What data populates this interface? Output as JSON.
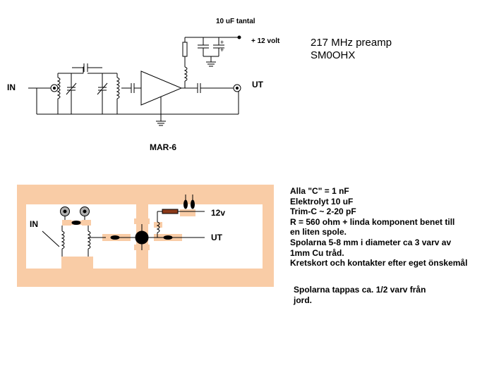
{
  "schematic": {
    "cap_tantal_label": "10 uF tantal",
    "supply_label": "+ 12 volt",
    "input_label": "IN",
    "output_label": "UT",
    "ic_label": "MAR-6",
    "cap_plus_1": "+",
    "cap_plus_2": "+"
  },
  "title": {
    "line1": "217 MHz preamp",
    "line2": "SM0OHX"
  },
  "pcb": {
    "input_label": "IN",
    "output_label": "UT",
    "supply_label": "12v"
  },
  "notes": [
    "Alla \"C\" = 1 nF",
    "Elektrolyt 10 uF",
    "Trim-C  ~ 2-20 pF",
    "R = 560 ohm + linda komponent benet till",
    "en liten spole.",
    "Spolarna  5-8 mm i diameter ca 3 varv av",
    "1mm Cu tråd.",
    "Kretskort och kontakter efter eget önskemål"
  ],
  "notes2": [
    "Spolarna tappas ca. 1/2 varv från",
    "jord."
  ],
  "colors": {
    "pcb_copper": "#f9cca6",
    "resistor": "#8b3a1a",
    "connector": "#b0b0b0"
  }
}
